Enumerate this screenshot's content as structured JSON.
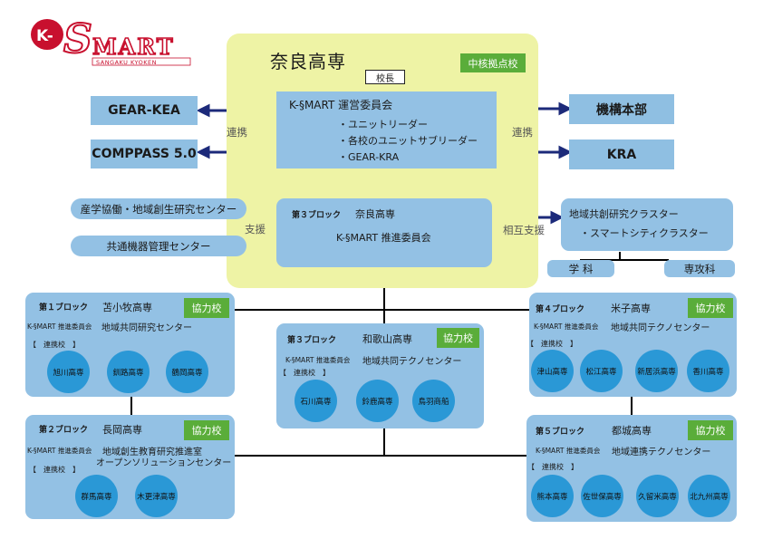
{
  "logo": {
    "text": "K-SMART",
    "subtext": "SANGAKU KYOKEN"
  },
  "title": "奈良高専",
  "hub_tag": "中核拠点校",
  "principal": "校長",
  "committee": {
    "title": "K-§MART 運営委員会",
    "items": [
      "・ユニットリーダー",
      "・各校のユニットサブリーダー",
      "・GEAR-KRA"
    ]
  },
  "left_external": [
    "GEAR-KEA",
    "COMPPASS 5.0"
  ],
  "right_external": [
    "機構本部",
    "KRA"
  ],
  "link_label": "連携",
  "support_label": "支援",
  "mutual_label": "相互支援",
  "support_centers": [
    "産学協働・地域創生研究センター",
    "共通機器管理センター"
  ],
  "block3_nara": {
    "block": "第３ブロック",
    "school": "奈良高専",
    "committee": "K-§MART 推進委員会"
  },
  "cluster": {
    "title": "地域共創研究クラスター",
    "item": "・スマートシティクラスター",
    "children": [
      "学 科",
      "専攻科"
    ]
  },
  "coop_tag": "協力校",
  "partner_label": "【　連携校　】",
  "block_committee": "K-§MART 推進委員会",
  "block1": {
    "block": "第１ブロック",
    "school": "苫小牧高専",
    "center": "地域共同研究センター",
    "partners": [
      "旭川高専",
      "釧路高専",
      "鶴岡高専"
    ]
  },
  "block2": {
    "block": "第２ブロック",
    "school": "長岡高専",
    "center": "地域創生教育研究推進室",
    "center2": "オープンソリューションセンター",
    "partners": [
      "群馬高専",
      "木更津高専"
    ]
  },
  "block3": {
    "block": "第３ブロック",
    "school": "和歌山高専",
    "center": "地域共同テクノセンター",
    "partners": [
      "石川高専",
      "鈴鹿高専",
      "鳥羽商船"
    ]
  },
  "block4": {
    "block": "第４ブロック",
    "school": "米子高専",
    "center": "地域共同テクノセンター",
    "partners": [
      "津山高専",
      "松江高専",
      "新居浜高専",
      "香川高専"
    ]
  },
  "block5": {
    "block": "第５ブロック",
    "school": "都城高専",
    "center": "地域連携テクノセンター",
    "partners": [
      "熊本高専",
      "佐世保高専",
      "久留米高専",
      "北九州高専"
    ]
  },
  "colors": {
    "box": "#93c1e4",
    "circle": "#2a98d6",
    "panel": "#eef3a5",
    "tag": "#5aad3a",
    "arrow": "#1c2a7a",
    "logo": "#c8102e"
  }
}
